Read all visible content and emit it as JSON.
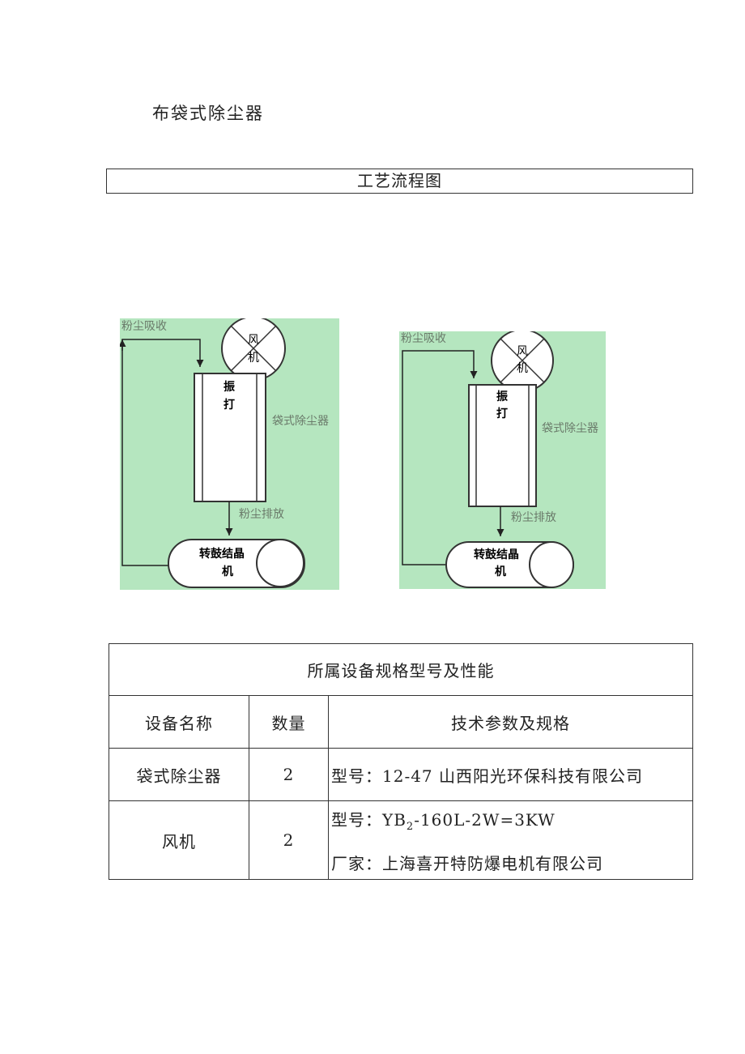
{
  "document": {
    "title": "布袋式除尘器",
    "section_heading": "工艺流程图"
  },
  "diagrams": [
    {
      "fan_label_top": "风",
      "fan_label_bottom": "机",
      "rap_label_top": "振",
      "rap_label_bottom": "打",
      "dust_intake": "粉尘吸收",
      "collector": "袋式除尘器",
      "dust_discharge": "粉尘排放",
      "drum_top": "转鼓结晶",
      "drum_bottom": "机"
    },
    {
      "fan_label_top": "风",
      "fan_label_bottom": "机",
      "rap_label_top": "振",
      "rap_label_bottom": "打",
      "dust_intake": "粉尘吸收",
      "collector": "袋式除尘器",
      "dust_discharge": "粉尘排放",
      "drum_top": "转鼓结晶",
      "drum_bottom": "机"
    }
  ],
  "colors": {
    "diagram_bg": "#b5e6bf",
    "label_color": "#6a7a6a"
  },
  "table": {
    "caption": "所属设备规格型号及性能",
    "headers": [
      "设备名称",
      "数量",
      "技术参数及规格"
    ],
    "rows": [
      {
        "name": "袋式除尘器",
        "qty": "2",
        "spec_line1": "型号：12-47 山西阳光环保科技有限公司",
        "spec_line2": ""
      },
      {
        "name": "风机",
        "qty": "2",
        "spec_model_prefix": "型号：YB",
        "spec_model_sub": "2",
        "spec_model_suffix": "-160L-2W=3KW",
        "spec_line2": "厂家：上海喜开特防爆电机有限公司"
      }
    ]
  }
}
